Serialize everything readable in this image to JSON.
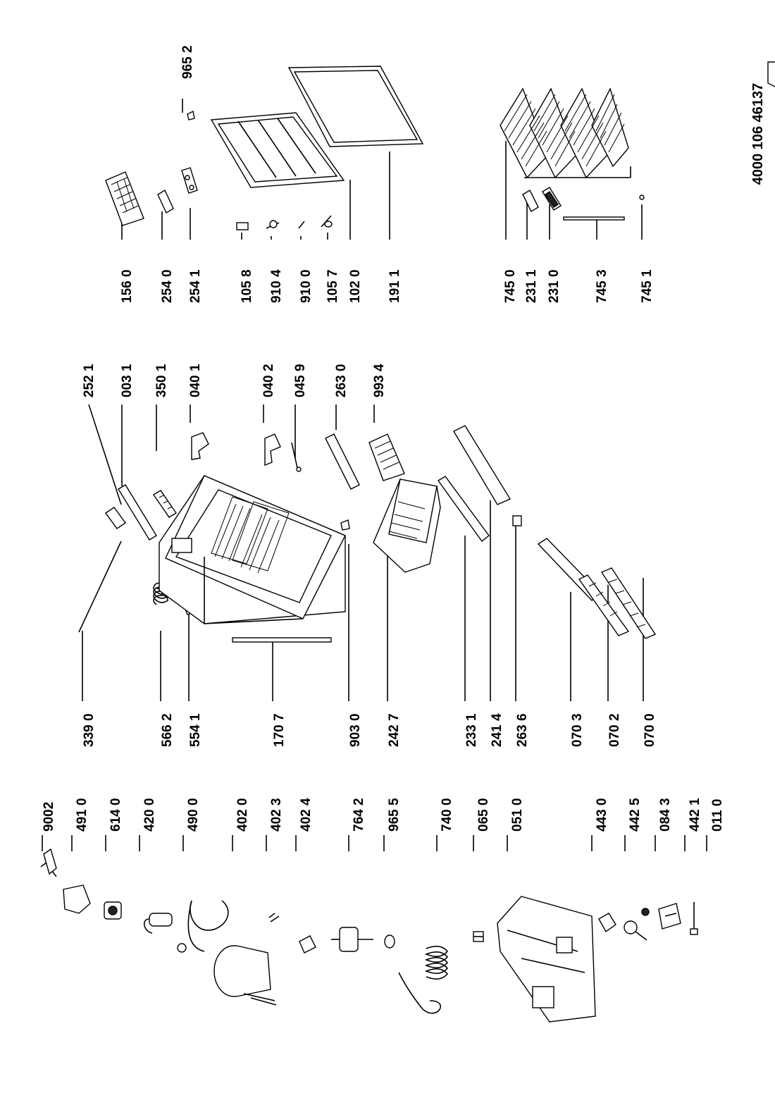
{
  "document_number": "4000 106 46137",
  "groups": {
    "compressor": [
      {
        "id": "p9002",
        "label": "9002"
      },
      {
        "id": "p4910",
        "label": "491 0"
      },
      {
        "id": "p6140",
        "label": "614 0"
      },
      {
        "id": "p4200",
        "label": "420 0"
      },
      {
        "id": "p4900",
        "label": "490 0"
      },
      {
        "id": "p4020",
        "label": "402 0"
      },
      {
        "id": "p4023",
        "label": "402 3"
      },
      {
        "id": "p4024",
        "label": "402 4"
      },
      {
        "id": "p7642",
        "label": "764 2"
      },
      {
        "id": "p9655",
        "label": "965 5"
      },
      {
        "id": "p7400",
        "label": "740 0"
      },
      {
        "id": "p0650",
        "label": "065 0"
      },
      {
        "id": "p0510",
        "label": "051 0"
      },
      {
        "id": "p4430",
        "label": "443 0"
      },
      {
        "id": "p4425",
        "label": "442 5"
      },
      {
        "id": "p0843",
        "label": "084 3"
      },
      {
        "id": "p4421",
        "label": "442 1"
      },
      {
        "id": "p0110",
        "label": "011 0"
      }
    ],
    "cabinet_left": [
      {
        "id": "p3390",
        "label": "339 0"
      },
      {
        "id": "p5662",
        "label": "566 2"
      },
      {
        "id": "p5541",
        "label": "554 1"
      },
      {
        "id": "p1707",
        "label": "170 7"
      },
      {
        "id": "p9030",
        "label": "903 0"
      },
      {
        "id": "p2427",
        "label": "242 7"
      },
      {
        "id": "p2331",
        "label": "233 1"
      },
      {
        "id": "p2414",
        "label": "241 4"
      },
      {
        "id": "p2636",
        "label": "263 6"
      },
      {
        "id": "p0703",
        "label": "070 3"
      },
      {
        "id": "p0702",
        "label": "070 2"
      },
      {
        "id": "p0700",
        "label": "070 0"
      }
    ],
    "cabinet_right": [
      {
        "id": "p2521",
        "label": "252 1"
      },
      {
        "id": "p0031",
        "label": "003 1"
      },
      {
        "id": "p3501",
        "label": "350 1"
      },
      {
        "id": "p0401",
        "label": "040 1"
      },
      {
        "id": "p0402",
        "label": "040 2"
      },
      {
        "id": "p0459",
        "label": "045 9"
      },
      {
        "id": "p2630",
        "label": "263 0"
      },
      {
        "id": "p9934",
        "label": "993 4"
      }
    ],
    "door": [
      {
        "id": "p1560",
        "label": "156 0"
      },
      {
        "id": "p2540",
        "label": "254 0"
      },
      {
        "id": "p2541",
        "label": "254 1"
      },
      {
        "id": "p1058",
        "label": "105 8"
      },
      {
        "id": "p9104",
        "label": "910 4"
      },
      {
        "id": "p9100",
        "label": "910 0"
      },
      {
        "id": "p1057",
        "label": "105 7"
      },
      {
        "id": "p1020",
        "label": "102 0"
      },
      {
        "id": "p1911",
        "label": "191 1"
      },
      {
        "id": "p9652",
        "label": "965 2"
      }
    ],
    "shelves": [
      {
        "id": "p7450",
        "label": "745 0"
      },
      {
        "id": "p2311",
        "label": "231 1"
      },
      {
        "id": "p2310",
        "label": "231 0"
      },
      {
        "id": "p7453",
        "label": "745 3"
      },
      {
        "id": "p7451",
        "label": "745 1"
      }
    ]
  }
}
